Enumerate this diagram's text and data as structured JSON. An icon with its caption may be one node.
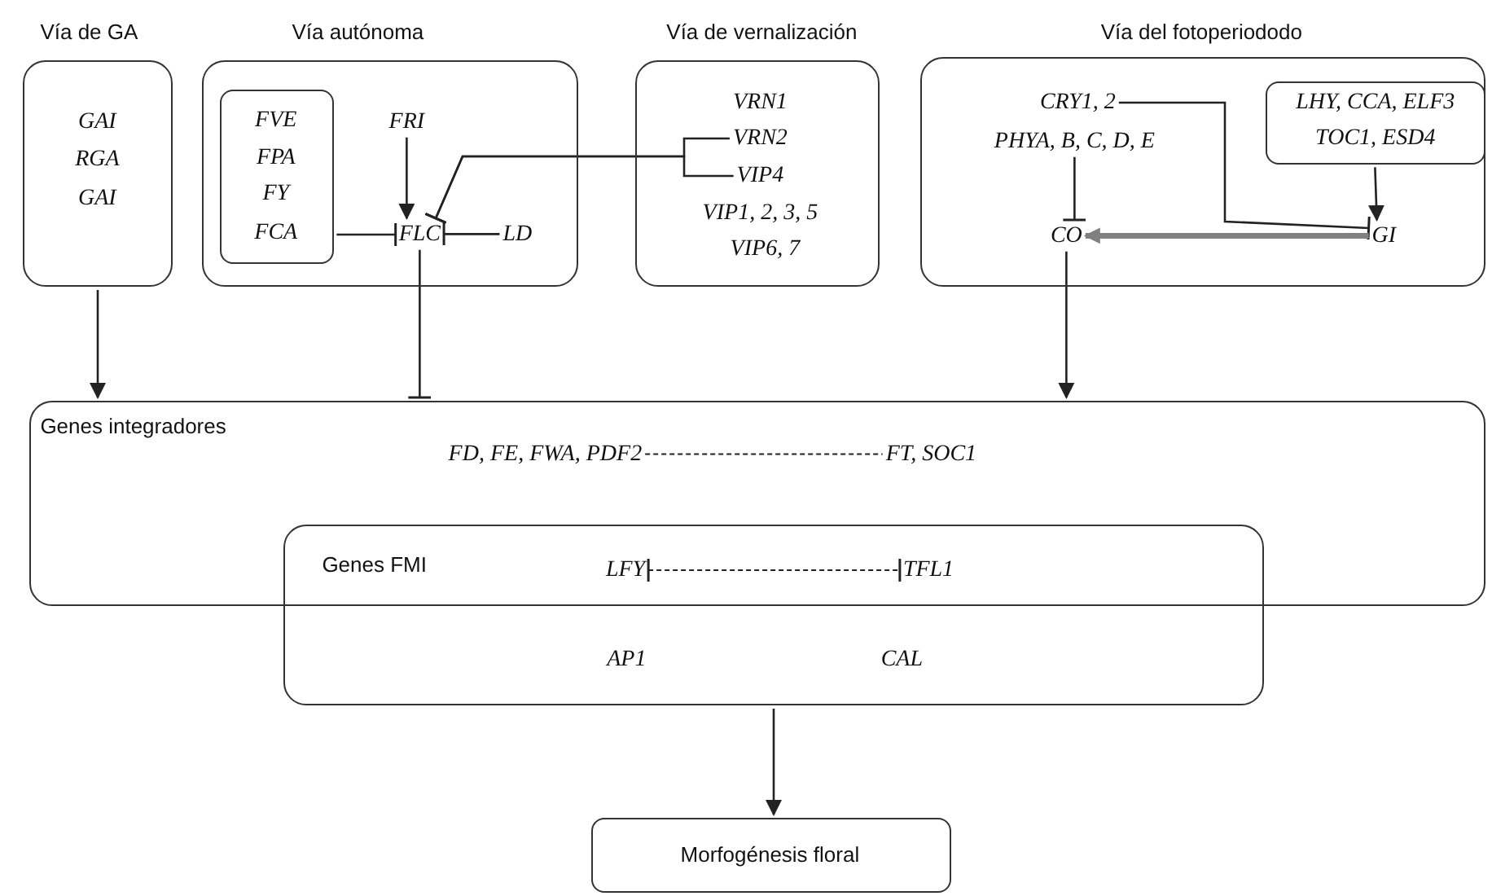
{
  "diagram": {
    "nodes": [
      {
        "text": [
          "Vía de GA",
          "GAI",
          "RGA",
          "GAI"
        ]
      },
      {
        "text": [
          "Vía autónoma"
        ]
      },
      {
        "text": [
          "FVE",
          "FPA",
          "FY",
          "FCA"
        ],
        "in": 1
      },
      {
        "text": [
          "FRI"
        ],
        "in": 1
      },
      {
        "text": [
          "FLC"
        ],
        "in": 1
      },
      {
        "text": [
          "LD"
        ],
        "in": 1
      },
      {
        "text": [
          "Vía de vernalización",
          "VRN1",
          "VIP1, 2, 3, 5",
          "VIP6, 7"
        ]
      },
      {
        "text": [
          "VRN2"
        ],
        "in": 6
      },
      {
        "text": [
          "VIP4"
        ],
        "in": 6
      },
      {
        "text": [
          "Vía del fotoperiododo"
        ]
      },
      {
        "text": [
          "CRY1, 2"
        ],
        "in": 9
      },
      {
        "text": [
          "PHYA, B, C, D, E"
        ],
        "in": 9
      },
      {
        "text": [
          "LHY, CCA, ELF3",
          "TOC1, ESD4"
        ],
        "in": 9
      },
      {
        "text": [
          "CO"
        ],
        "in": 9
      },
      {
        "text": [
          "GI"
        ],
        "in": 9
      },
      {
        "text": [
          "Genes integradores"
        ]
      },
      {
        "text": [
          "FD, FE, FWA, PDF2"
        ],
        "in": 15
      },
      {
        "text": [
          "FT, SOC1"
        ],
        "in": 15
      },
      {
        "text": [
          "Genes FMI"
        ]
      },
      {
        "text": [
          "LFY"
        ]
      },
      {
        "text": [
          "TFL1"
        ]
      },
      {
        "text": [
          "AP1"
        ],
        "in": 18
      },
      {
        "text": [
          "CAL"
        ],
        "in": 18
      },
      {
        "text": [
          "Morfogénesis floral"
        ]
      }
    ],
    "edges": [
      {
        "from": 0,
        "to": 15,
        "arrow": "to"
      },
      {
        "from": 3,
        "to": 4,
        "arrow": "to"
      },
      {
        "from": 2,
        "to": 4,
        "arrow": "other"
      },
      {
        "from": 5,
        "to": 4,
        "arrow": "other"
      },
      {
        "from": 7,
        "to": 4,
        "arrow": "other"
      },
      {
        "from": 8,
        "to": 4,
        "arrow": "other"
      },
      {
        "from": 4,
        "to": 15,
        "arrow": "other"
      },
      {
        "from": 10,
        "to": 14,
        "arrow": "other"
      },
      {
        "from": 11,
        "to": 13,
        "arrow": "other"
      },
      {
        "from": 12,
        "to": 14,
        "arrow": "to"
      },
      {
        "from": 14,
        "to": 13,
        "arrow": "to",
        "style": "thick",
        "color": "#808080"
      },
      {
        "from": 13,
        "to": 15,
        "arrow": "to"
      },
      {
        "from": 16,
        "to": 17,
        "arrow": "none",
        "style": "dashed"
      },
      {
        "from": 19,
        "to": 20,
        "arrow": "other",
        "style": "dashed"
      },
      {
        "from": 18,
        "to": 23,
        "arrow": "to"
      }
    ]
  }
}
